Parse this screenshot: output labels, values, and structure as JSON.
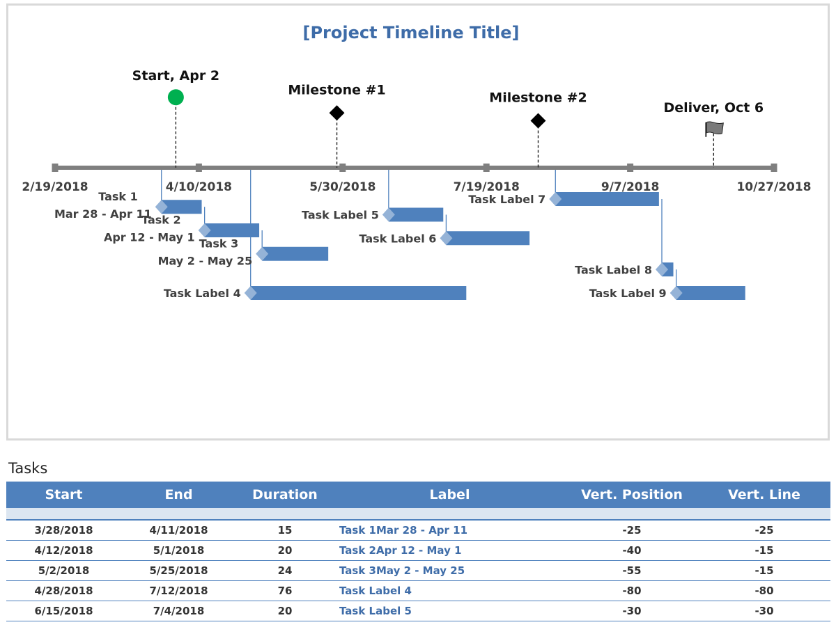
{
  "chart_data": {
    "type": "timeline",
    "title": "[Project Timeline Title]",
    "axis": {
      "start": "2018-02-19",
      "end": "2018-10-27",
      "ticks": [
        {
          "date": "2018-02-19",
          "label": "2/19/2018"
        },
        {
          "date": "2018-04-10",
          "label": "4/10/2018"
        },
        {
          "date": "2018-05-30",
          "label": "5/30/2018"
        },
        {
          "date": "2018-07-19",
          "label": "7/19/2018"
        },
        {
          "date": "2018-09-07",
          "label": "9/7/2018"
        },
        {
          "date": "2018-10-27",
          "label": "10/27/2018"
        }
      ]
    },
    "milestones": [
      {
        "label": "Start, Apr 2",
        "date": "2018-04-02",
        "marker": "green-circle",
        "height": 45
      },
      {
        "label": "Milestone #1",
        "date": "2018-05-28",
        "marker": "black-diamond",
        "height": 35
      },
      {
        "label": "Milestone #2",
        "date": "2018-08-06",
        "marker": "black-diamond",
        "height": 30
      },
      {
        "label": "Deliver, Oct 6",
        "date": "2018-10-06",
        "marker": "checkered-flag",
        "height": 25
      }
    ],
    "tasks": [
      {
        "label_lines": [
          "Task 1",
          "Mar 28 - Apr 11"
        ],
        "start": "2018-03-28",
        "end": "2018-04-11",
        "position": -25,
        "line": -25
      },
      {
        "label_lines": [
          "Task 2",
          "Apr 12 - May 1"
        ],
        "start": "2018-04-12",
        "end": "2018-05-01",
        "position": -40,
        "line": -15
      },
      {
        "label_lines": [
          "Task 3",
          "May 2 - May 25"
        ],
        "start": "2018-05-02",
        "end": "2018-05-25",
        "position": -55,
        "line": -15
      },
      {
        "label_lines": [
          "Task Label 4"
        ],
        "start": "2018-04-28",
        "end": "2018-07-12",
        "position": -80,
        "line": -80
      },
      {
        "label_lines": [
          "Task Label 5"
        ],
        "start": "2018-06-15",
        "end": "2018-07-04",
        "position": -30,
        "line": -30
      },
      {
        "label_lines": [
          "Task Label 6"
        ],
        "start": "2018-07-05",
        "end": "2018-08-03",
        "position": -45,
        "line": -15
      },
      {
        "label_lines": [
          "Task Label 7"
        ],
        "start": "2018-08-12",
        "end": "2018-09-17",
        "position": -20,
        "line": -20
      },
      {
        "label_lines": [
          "Task Label 8"
        ],
        "start": "2018-09-18",
        "end": "2018-09-22",
        "position": -65,
        "line": -45
      },
      {
        "label_lines": [
          "Task Label 9"
        ],
        "start": "2018-09-23",
        "end": "2018-10-17",
        "position": -80,
        "line": -15
      }
    ],
    "colors": {
      "bar": "#4f81bd",
      "bar_start": "#95b3d7",
      "axis": "#7f7f7f",
      "title": "#3e6ca8",
      "start_marker": "#00b050",
      "milestone_marker": "#000000"
    }
  },
  "tasks_table": {
    "heading": "Tasks",
    "columns": [
      "Start",
      "End",
      "Duration",
      "Label",
      "Vert. Position",
      "Vert. Line"
    ],
    "rows": [
      [
        "3/28/2018",
        "4/11/2018",
        "15",
        "Task 1Mar 28 - Apr 11",
        "-25",
        "-25"
      ],
      [
        "4/12/2018",
        "5/1/2018",
        "20",
        "Task 2Apr 12 - May 1",
        "-40",
        "-15"
      ],
      [
        "5/2/2018",
        "5/25/2018",
        "24",
        "Task 3May 2 - May 25",
        "-55",
        "-15"
      ],
      [
        "4/28/2018",
        "7/12/2018",
        "76",
        "Task Label 4",
        "-80",
        "-80"
      ],
      [
        "6/15/2018",
        "7/4/2018",
        "20",
        "Task Label 5",
        "-30",
        "-30"
      ]
    ]
  }
}
